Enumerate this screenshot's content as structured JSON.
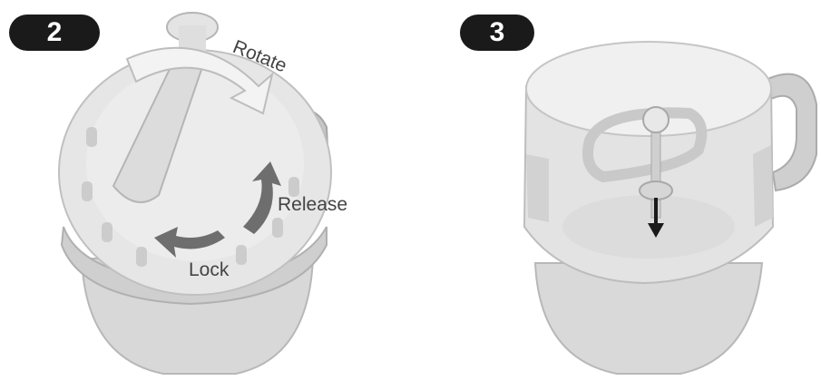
{
  "steps": [
    {
      "number": "2",
      "labels": {
        "rotate": "Rotate",
        "release": "Release",
        "lock": "Lock"
      }
    },
    {
      "number": "3"
    }
  ],
  "colors": {
    "badge_bg": "#1a1a1a",
    "body_light": "#e9e9e9",
    "body_mid": "#d3d3d3",
    "body_dark": "#a8a8a8",
    "arrow": "#6e6e6e",
    "down_arrow": "#1a1a1a"
  },
  "icons": {
    "left_illustration": "blender-lid-rotate-illustration",
    "right_illustration": "blender-bowl-whisk-illustration",
    "rotate_arrow": "curved-rotate-arrow-icon",
    "release_arrow": "curved-release-arrow-icon",
    "lock_arrow": "curved-lock-arrow-icon",
    "down_arrow": "down-arrow-icon"
  }
}
